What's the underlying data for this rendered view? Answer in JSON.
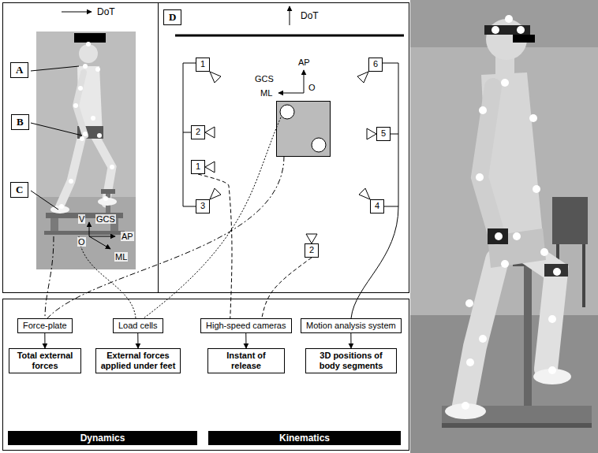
{
  "diagram": {
    "nodes": [
      {
        "text": [
          "A"
        ]
      },
      {
        "text": [
          "B"
        ]
      },
      {
        "text": [
          "C"
        ]
      },
      {
        "text": [
          "D"
        ]
      },
      {
        "text": [
          "1"
        ]
      },
      {
        "text": [
          "2"
        ]
      },
      {
        "text": [
          "3"
        ]
      },
      {
        "text": [
          "6"
        ]
      },
      {
        "text": [
          "5"
        ]
      },
      {
        "text": [
          "4"
        ]
      },
      {
        "text": [
          "1"
        ]
      },
      {
        "text": [
          "2"
        ]
      },
      {
        "text": [
          "Force-plate"
        ]
      },
      {
        "text": [
          "Load cells"
        ]
      },
      {
        "text": [
          "High-speed cameras"
        ]
      },
      {
        "text": [
          "Motion analysis system"
        ]
      },
      {
        "text": [
          "Total external forces"
        ]
      },
      {
        "text": [
          "External forces applied under feet"
        ]
      },
      {
        "text": [
          "Instant of release"
        ]
      },
      {
        "text": [
          "3D positions of body segments"
        ]
      },
      {
        "text": [
          "Dynamics"
        ]
      },
      {
        "text": [
          "Kinematics"
        ]
      }
    ],
    "edges": [
      {
        "from": 12,
        "to": 16,
        "arrow": "to"
      },
      {
        "from": 13,
        "to": 17,
        "arrow": "to"
      },
      {
        "from": 14,
        "to": 18,
        "arrow": "to"
      },
      {
        "from": 15,
        "to": 19,
        "arrow": "to"
      },
      {
        "from": 10,
        "to": 14,
        "arrow": "none"
      },
      {
        "from": 11,
        "to": 14,
        "arrow": "none"
      }
    ],
    "labels": [
      "DoT",
      "V",
      "GCS",
      "O",
      "AP",
      "ML",
      "DoT",
      "GCS",
      "AP",
      "O",
      "ML"
    ]
  }
}
